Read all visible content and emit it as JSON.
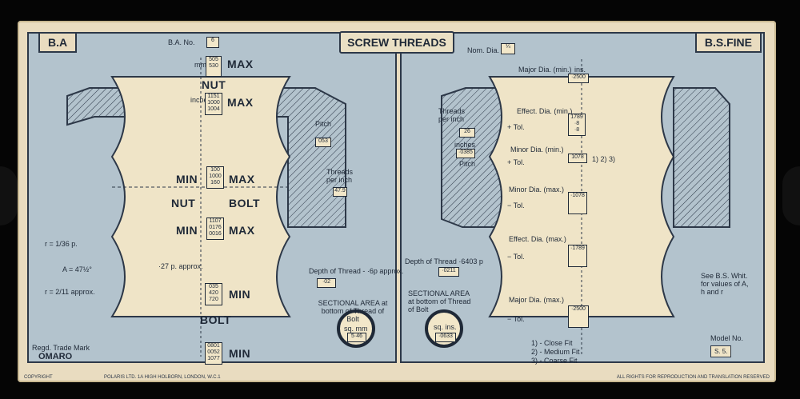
{
  "title": "SCREW THREADS",
  "corner_left": "B.A",
  "corner_right": "B.S.FINE",
  "left": {
    "ba_no": "B.A. No.",
    "ba_no_value": "6",
    "mm": "mm",
    "nut_max_vals": [
      "505",
      "530"
    ],
    "nut_max_label": "MAX",
    "nut_label": "NUT",
    "inches_label": "inches",
    "inch_max_vals": [
      "1151",
      "1000",
      "1004"
    ],
    "pitch": "Pitch",
    "pitch_value": "053",
    "threads_per_inch": "Threads per inch",
    "tpi_value": "47.9",
    "min_label": "MIN",
    "max_label": "MAX",
    "center_vals": [
      "100",
      "1000",
      "160"
    ],
    "nut_center": "NUT",
    "bolt_center": "BOLT",
    "lower_vals": [
      "1107",
      "0176",
      "0016"
    ],
    "min2": "MIN",
    "max2": "MAX",
    "ratio": "r = 1/36 p.",
    "angle": "A = 47½°",
    "approx_27": "·27 p. approx.",
    "r_approx": "r = 2/11 approx.",
    "depth_of_thread": "Depth of Thread - ·6p approx.",
    "depth_value": "·02",
    "bottom_vals": [
      "035",
      "420",
      "720"
    ],
    "min3": "MIN",
    "bolt_label": "BOLT",
    "sectional_area": "SECTIONAL AREA at bottom of Thread of Bolt",
    "sq_mm": "sq. mm",
    "sq_value": "5·46",
    "bottom_inches": [
      "0801",
      "0052",
      "1077"
    ],
    "min4": "MIN",
    "regd": "Regd. Trade Mark",
    "brand": "OMARO"
  },
  "right": {
    "nom_dia": "Nom. Dia.",
    "nom_value": "¼",
    "major_dia_min": "Major Dia. (min.)",
    "ins": "ins.",
    "major_min_value": "·2500",
    "threads_per_inch": "Threads per inch",
    "tpi_value": "26",
    "inches_pitch": "inches",
    "pitch_value": "·0385",
    "pitch": "Pitch",
    "effect_min": "Effect. Dia. (min.)",
    "effect_vals": [
      "1789",
      "·8",
      "·8"
    ],
    "tol": "+ Tol.",
    "minor_min": "Minor Dia. (min.)",
    "minor_value": "1078",
    "minor_tol": "+ Tol.",
    "minor_opts": "1) 2) 3)",
    "minor_max": "Minor Dia. (max.)",
    "minor_max_value": "·1078",
    "minus_tol": "− Tol.",
    "effect_max": "Effect. Dia. (max.)",
    "effect_max_value": "·1789",
    "depth": "Depth of Thread ·6403 p",
    "depth_value": "·0211",
    "sectional_area": "SECTIONAL AREA at bottom of Thread of Bolt",
    "sq_ins": "sq. ins.",
    "sq_value": "·0633",
    "major_max": "Major Dia. (max.)",
    "major_max_value": "·2500",
    "note": "See B.S. Whit. for values of A, h and r",
    "fits": [
      "1) - Close Fit",
      "2) - Medium Fit",
      "3) - Coarse Fit"
    ],
    "model_no": "Model No.",
    "model_value": "S. 5."
  },
  "footer_left": "COPYRIGHT",
  "footer_mid": "POLARIS LTD. 1A HIGH HOLBORN, LONDON, W.C.1",
  "footer_right": "ALL RIGHTS FOR REPRODUCTION AND TRANSLATION RESERVED",
  "colors": {
    "paper": "#e9dcc0",
    "blue": "#b3c3cd",
    "ink": "#1f2937"
  }
}
